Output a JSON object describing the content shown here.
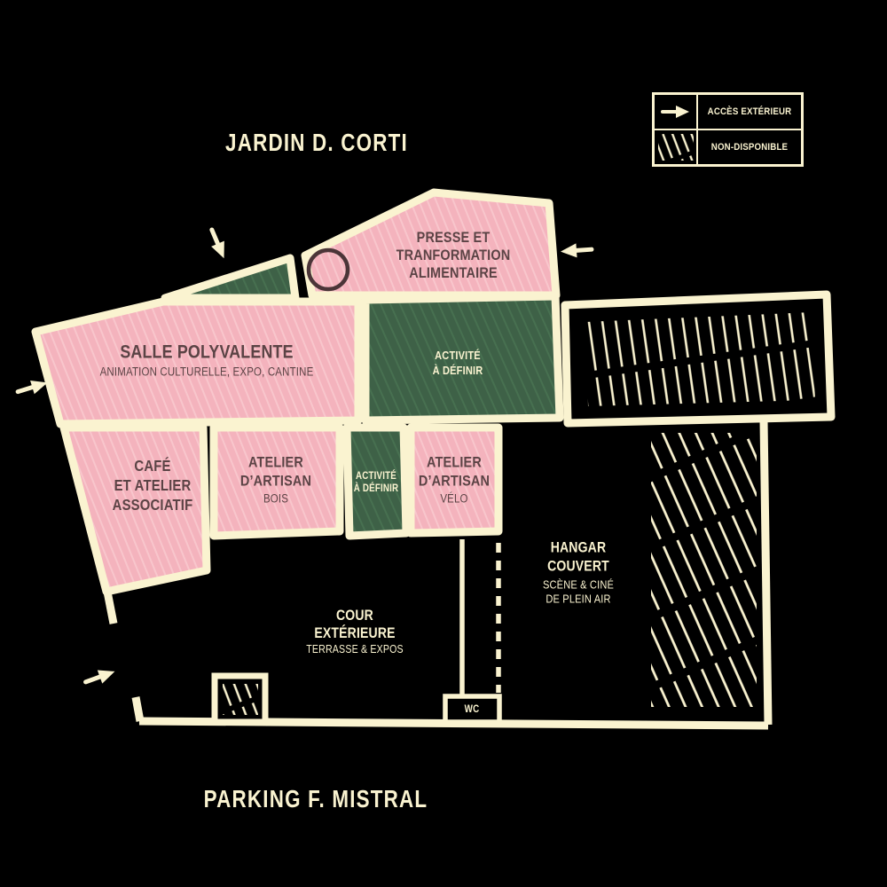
{
  "colors": {
    "background": "#000000",
    "wall_cream": "#FAF3D0",
    "zone_pink": "#F4B3BD",
    "zone_green": "#3E6147",
    "label_dark": "#5B4345",
    "circle_marker": "#4B3538"
  },
  "area_labels": {
    "jardin": "JARDIN D. CORTI",
    "parking": "PARKING F. MISTRAL"
  },
  "legend": {
    "access_label": "ACCÈS EXTÉRIEUR",
    "unavailable_label": "NON-DISPONIBLE",
    "access_icon": "arrow-right-icon",
    "unavailable_icon": "hatch-swatch-icon"
  },
  "zones": {
    "presse": {
      "name": "PRESSE ET\nTRANFORMATION\nALIMENTAIRE"
    },
    "salle": {
      "name": "SALLE POLYVALENTE",
      "subtitle": "ANIMATION CULTURELLE, EXPO, CANTINE"
    },
    "activite_1": {
      "name": "ACTIVITÉ\nÀ DÉFINIR"
    },
    "cafe": {
      "name": "CAFÉ\nET ATELIER\nASSOCIATIF"
    },
    "atelier_bois": {
      "name": "ATELIER\nD’ARTISAN",
      "subtitle": "BOIS"
    },
    "activite_2": {
      "name": "ACTIVITÉ\nÀ DÉFINIR"
    },
    "atelier_velo": {
      "name": "ATELIER\nD’ARTISAN",
      "subtitle": "VÉLO"
    },
    "hangar": {
      "name": "HANGAR\nCOUVERT",
      "subtitle": "SCÈNE & CINÉ\nDE PLEIN AIR"
    },
    "cour": {
      "name": "COUR\nEXTÉRIEURE",
      "subtitle": "TERRASSE & EXPOS"
    },
    "wc": {
      "name": "WC"
    }
  }
}
